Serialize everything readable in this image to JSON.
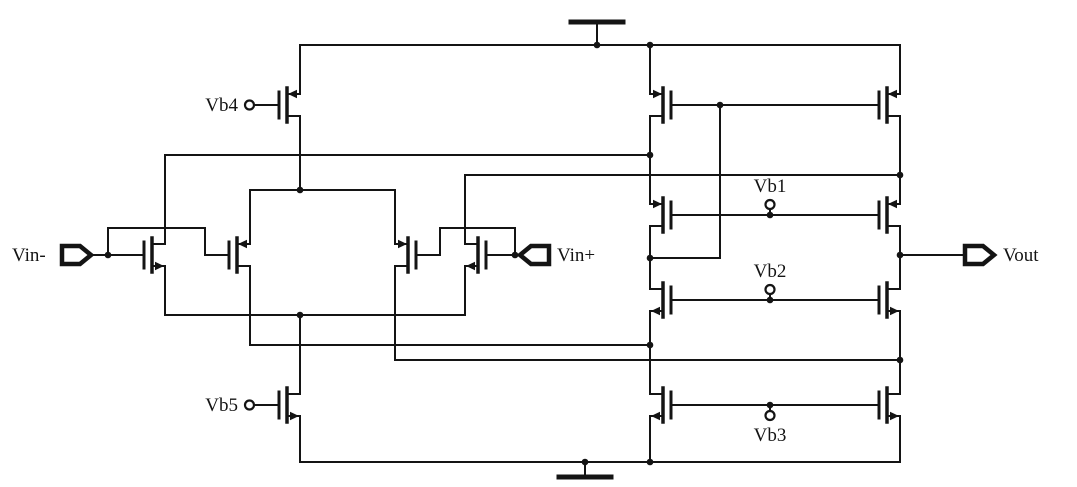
{
  "diagram": {
    "kind": "transistor-schematic",
    "labels": {
      "vin_minus": "Vin-",
      "vin_plus": "Vin+",
      "vout": "Vout",
      "vb1": "Vb1",
      "vb2": "Vb2",
      "vb3": "Vb3",
      "vb4": "Vb4",
      "vb5": "Vb5"
    },
    "colors": {
      "ink": "#141414",
      "background": "#ffffff"
    }
  }
}
